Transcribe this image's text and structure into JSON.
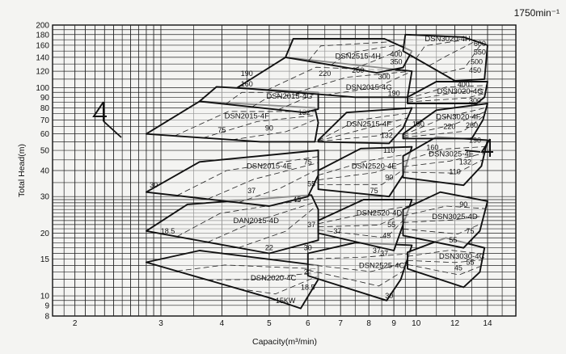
{
  "chart_data": {
    "type": "area",
    "title": "",
    "speed_label": "1750min⁻¹",
    "xlabel": "Capacity(m³/min)",
    "ylabel": "Total Head(m)",
    "x_scale": "log",
    "y_scale": "log",
    "xlim": [
      1.8,
      16
    ],
    "ylim": [
      8,
      200
    ],
    "x_ticks": [
      2,
      3,
      4,
      5,
      6,
      7,
      8,
      9,
      10,
      12,
      14
    ],
    "y_ticks": [
      8,
      9,
      10,
      15,
      20,
      30,
      40,
      50,
      60,
      70,
      80,
      90,
      100,
      120,
      140,
      160,
      180,
      200
    ],
    "grid": true,
    "zones": [
      {
        "name": "DSN2020-4C",
        "label_at": [
          5.1,
          12.2
        ],
        "outline": [
          [
            2.8,
            14.5
          ],
          [
            3.6,
            16.5
          ],
          [
            6.3,
            14.0
          ],
          [
            6.3,
            12.0
          ],
          [
            5.8,
            8.7
          ],
          [
            5.0,
            9.8
          ]
        ],
        "powers": [
          {
            "v": "22",
            "at": [
              6.0,
              13.0
            ]
          },
          {
            "v": "18.5",
            "at": [
              6.0,
              11.0
            ]
          },
          {
            "v": "15KW",
            "at": [
              5.4,
              9.5
            ]
          }
        ]
      },
      {
        "name": "DSN2525-4C",
        "label_at": [
          8.5,
          14.0
        ],
        "outline": [
          [
            6.0,
            16.0
          ],
          [
            7.5,
            18.0
          ],
          [
            9.8,
            17.5
          ],
          [
            9.3,
            12.0
          ],
          [
            8.7,
            9.5
          ],
          [
            6.0,
            12.5
          ]
        ],
        "powers": [
          {
            "v": "37",
            "at": [
              8.6,
              16.0
            ]
          },
          {
            "v": "30",
            "at": [
              8.8,
              10.0
            ]
          }
        ]
      },
      {
        "name": "DSN3030-4C",
        "label_at": [
          12.4,
          15.5
        ],
        "outline": [
          [
            9.6,
            16.2
          ],
          [
            11.5,
            19.0
          ],
          [
            13.8,
            17.0
          ],
          [
            13.5,
            13.0
          ],
          [
            12.5,
            11.0
          ],
          [
            9.6,
            13.5
          ]
        ],
        "powers": [
          {
            "v": "55",
            "at": [
              12.9,
              14.5
            ]
          },
          {
            "v": "45",
            "at": [
              12.2,
              13.6
            ]
          }
        ]
      },
      {
        "name": "DAN2015-4D",
        "label_at": [
          4.7,
          23.0
        ],
        "outline": [
          [
            2.8,
            20.5
          ],
          [
            3.4,
            27.5
          ],
          [
            6.1,
            30.5
          ],
          [
            6.3,
            26.0
          ],
          [
            6.3,
            18.5
          ],
          [
            5.0,
            16.0
          ]
        ],
        "powers": [
          {
            "v": "18.5",
            "at": [
              3.1,
              20.5
            ]
          },
          {
            "v": "37",
            "at": [
              6.1,
              22.0
            ]
          },
          {
            "v": "30",
            "at": [
              6.0,
              17.0
            ]
          },
          {
            "v": "22",
            "at": [
              5.0,
              17.0
            ]
          }
        ]
      },
      {
        "name": "DSN2520-4D",
        "label_at": [
          8.4,
          25.0
        ],
        "outline": [
          [
            6.3,
            23.0
          ],
          [
            7.8,
            29.0
          ],
          [
            9.8,
            29.0
          ],
          [
            9.4,
            22.0
          ],
          [
            9.0,
            16.5
          ],
          [
            6.3,
            20.0
          ]
        ],
        "powers": [
          {
            "v": "37",
            "at": [
              6.9,
              20.5
            ]
          },
          {
            "v": "55",
            "at": [
              8.9,
              22.0
            ]
          },
          {
            "v": "45",
            "at": [
              8.7,
              19.5
            ]
          },
          {
            "v": "37",
            "at": [
              8.3,
              16.5
            ]
          }
        ]
      },
      {
        "name": "DSN3025-4D",
        "label_at": [
          12.0,
          24.0
        ],
        "outline": [
          [
            9.4,
            26.0
          ],
          [
            11.2,
            31.5
          ],
          [
            14.0,
            28.5
          ],
          [
            13.5,
            20.5
          ],
          [
            12.5,
            17.0
          ],
          [
            9.4,
            19.5
          ]
        ],
        "powers": [
          {
            "v": "90",
            "at": [
              12.5,
              27.5
            ]
          },
          {
            "v": "75",
            "at": [
              12.9,
              20.5
            ]
          },
          {
            "v": "55",
            "at": [
              11.9,
              18.5
            ]
          }
        ]
      },
      {
        "name": "DSN2015-4E",
        "label_at": [
          5.0,
          42.0
        ],
        "outline": [
          [
            2.8,
            31.5
          ],
          [
            3.6,
            44.0
          ],
          [
            6.3,
            50.0
          ],
          [
            6.3,
            38.0
          ],
          [
            6.0,
            30.0
          ],
          [
            5.0,
            27.0
          ]
        ],
        "powers": [
          {
            "v": "30",
            "at": [
              2.9,
              34.0
            ]
          },
          {
            "v": "75",
            "at": [
              6.0,
              44.0
            ]
          },
          {
            "v": "55",
            "at": [
              6.1,
              34.5
            ]
          },
          {
            "v": "45",
            "at": [
              5.7,
              29.0
            ]
          },
          {
            "v": "37",
            "at": [
              4.6,
              32.0
            ]
          }
        ]
      },
      {
        "name": "DSN2520-4E",
        "label_at": [
          8.2,
          42.0
        ],
        "outline": [
          [
            6.3,
            40.0
          ],
          [
            7.7,
            51.0
          ],
          [
            9.8,
            52.0
          ],
          [
            9.4,
            38.0
          ],
          [
            8.8,
            30.0
          ],
          [
            6.3,
            32.5
          ]
        ],
        "powers": [
          {
            "v": "110",
            "at": [
              8.8,
              50.0
            ]
          },
          {
            "v": "90",
            "at": [
              8.8,
              37.0
            ]
          },
          {
            "v": "75",
            "at": [
              8.2,
              32.0
            ]
          }
        ]
      },
      {
        "name": "DSN3025-4E",
        "label_at": [
          11.8,
          48.0
        ],
        "outline": [
          [
            9.4,
            47.0
          ],
          [
            11.0,
            58.0
          ],
          [
            14.0,
            56.0
          ],
          [
            13.6,
            42.0
          ],
          [
            12.5,
            34.0
          ],
          [
            9.4,
            37.0
          ]
        ],
        "powers": [
          {
            "v": "160",
            "at": [
              10.8,
              51.5
            ]
          },
          {
            "v": "132",
            "at": [
              12.6,
              44.0
            ]
          },
          {
            "v": "110",
            "at": [
              12.0,
              39.5
            ]
          }
        ]
      },
      {
        "name": "DSN2015-4F",
        "label_at": [
          4.5,
          73.0
        ],
        "outline": [
          [
            2.8,
            60.0
          ],
          [
            3.6,
            86.0
          ],
          [
            6.2,
            80.0
          ],
          [
            6.3,
            68.0
          ],
          [
            6.2,
            55.0
          ],
          [
            4.8,
            55.0
          ]
        ],
        "powers": [
          {
            "v": "75",
            "at": [
              4.0,
              62.5
            ]
          },
          {
            "v": "90",
            "at": [
              5.0,
              64.0
            ]
          },
          {
            "v": "132",
            "at": [
              5.9,
              76.0
            ]
          }
        ]
      },
      {
        "name": "DSN2515-4F",
        "label_at": [
          8.0,
          67.0
        ],
        "outline": [
          [
            6.3,
            56.0
          ],
          [
            7.2,
            76.0
          ],
          [
            9.8,
            80.0
          ],
          [
            9.4,
            64.0
          ],
          [
            8.8,
            54.0
          ],
          [
            6.3,
            55.0
          ]
        ],
        "powers": [
          {
            "v": "132",
            "at": [
              8.7,
              59.0
            ]
          }
        ]
      },
      {
        "name": "DSN3020-4F",
        "label_at": [
          12.2,
          72.5
        ],
        "outline": [
          [
            9.4,
            60.0
          ],
          [
            11.0,
            78.0
          ],
          [
            14.0,
            84.0
          ],
          [
            13.7,
            70.0
          ],
          [
            13.0,
            57.0
          ],
          [
            9.4,
            57.0
          ]
        ],
        "powers": [
          {
            "v": "190",
            "at": [
              10.1,
              67.0
            ]
          },
          {
            "v": "220",
            "at": [
              11.7,
              65.0
            ]
          },
          {
            "v": "260",
            "at": [
              13.0,
              66.0
            ]
          },
          {
            "v": "190",
            "at": [
              13.2,
              56.0
            ]
          }
        ]
      },
      {
        "name": "DSN2015-4G",
        "label_at": [
          5.5,
          91.0
        ],
        "outline": [
          [
            3.6,
            86.0
          ],
          [
            3.9,
            101.0
          ],
          [
            6.3,
            95.0
          ],
          [
            6.3,
            79.0
          ],
          [
            5.9,
            76.0
          ]
        ],
        "powers": []
      },
      {
        "name": "DSN2015-4G",
        "label_at": [
          8.0,
          100.5
        ],
        "outline": [
          [
            4.3,
            100.0
          ],
          [
            5.4,
            140.0
          ],
          [
            9.8,
            120.0
          ],
          [
            9.6,
            90.0
          ],
          [
            7.5,
            90.0
          ]
        ],
        "powers": [
          {
            "v": "190",
            "at": [
              4.5,
              117.0
            ]
          },
          {
            "v": "160",
            "at": [
              4.5,
              104.0
            ]
          },
          {
            "v": "220",
            "at": [
              6.5,
              117.0
            ]
          },
          {
            "v": "190",
            "at": [
              9.0,
              94.0
            ]
          }
        ]
      },
      {
        "name": "DSN3020-4G",
        "label_at": [
          12.3,
          96.0
        ],
        "outline": [
          [
            9.6,
            90.0
          ],
          [
            11.0,
            107.0
          ],
          [
            14.0,
            107.0
          ],
          [
            13.8,
            90.0
          ],
          [
            13.3,
            84.0
          ],
          [
            9.6,
            84.0
          ]
        ],
        "powers": [
          {
            "v": "400",
            "at": [
              12.5,
              103.5
            ]
          },
          {
            "v": "300",
            "at": [
              13.2,
              86.5
            ]
          }
        ]
      },
      {
        "name": "DSN2515-4H",
        "label_at": [
          7.6,
          142.0
        ],
        "outline": [
          [
            5.4,
            140.0
          ],
          [
            5.6,
            172.0
          ],
          [
            8.6,
            172.0
          ],
          [
            9.8,
            150.0
          ],
          [
            9.4,
            125.0
          ],
          [
            8.3,
            118.0
          ]
        ],
        "powers": [
          {
            "v": "260",
            "at": [
              7.6,
              121.0
            ]
          },
          {
            "v": "300",
            "at": [
              8.6,
              113.0
            ]
          },
          {
            "v": "400",
            "at": [
              9.1,
              145.0
            ]
          },
          {
            "v": "350",
            "at": [
              9.1,
              133.0
            ]
          }
        ]
      },
      {
        "name": "DSN3020-4H",
        "label_at": [
          11.6,
          172.0
        ],
        "outline": [
          [
            9.4,
            150.0
          ],
          [
            9.5,
            180.0
          ],
          [
            12.5,
            175.0
          ],
          [
            14.0,
            160.0
          ],
          [
            13.8,
            110.0
          ],
          [
            12.0,
            108.0
          ]
        ],
        "powers": [
          {
            "v": "600",
            "at": [
              13.5,
              163.0
            ]
          },
          {
            "v": "550",
            "at": [
              13.5,
              148.0
            ]
          },
          {
            "v": "500",
            "at": [
              13.3,
              133.0
            ]
          },
          {
            "v": "450",
            "at": [
              13.2,
              121.0
            ]
          }
        ]
      }
    ]
  }
}
